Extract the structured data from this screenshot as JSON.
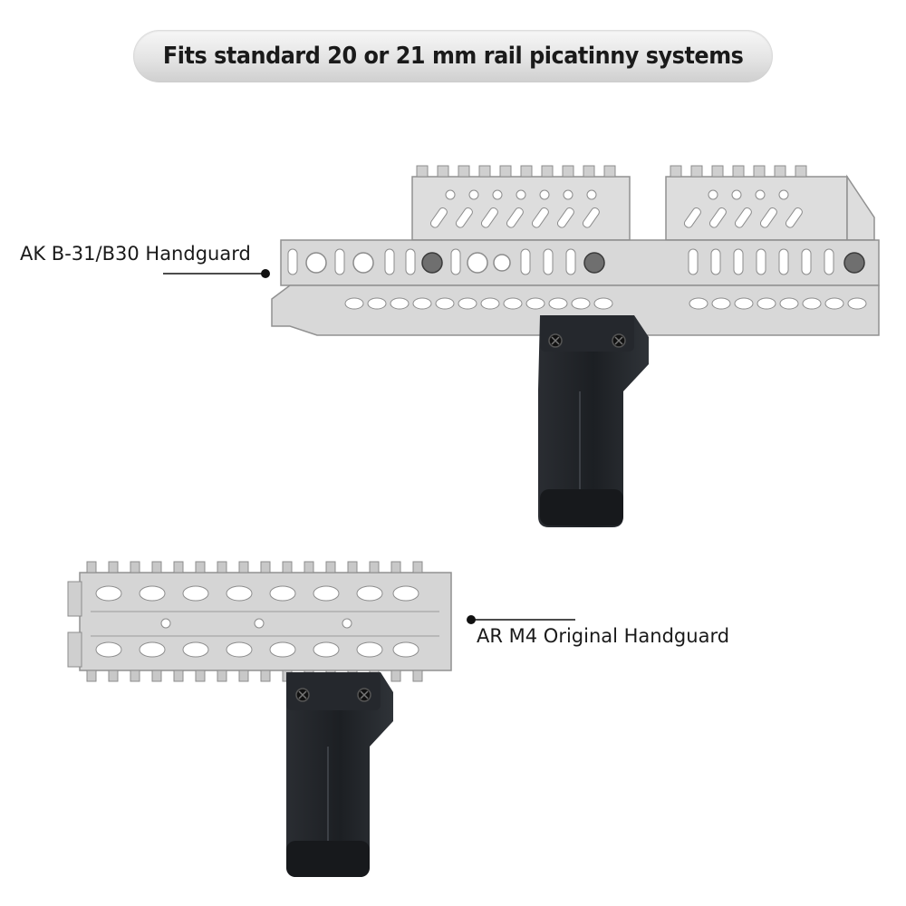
{
  "banner": {
    "text": "Fits standard 20 or 21 mm rail picatinny systems"
  },
  "callouts": {
    "ak": {
      "label": "AK B-31/B30 Handguard"
    },
    "ar": {
      "label": "AR M4 Original Handguard"
    }
  },
  "colors": {
    "handguard_fill": "#d6d6d6",
    "handguard_stroke": "#8c8c8c",
    "grip": "#1f2226",
    "grip_highlight": "#3a3e44",
    "callout_line": "#111111"
  }
}
